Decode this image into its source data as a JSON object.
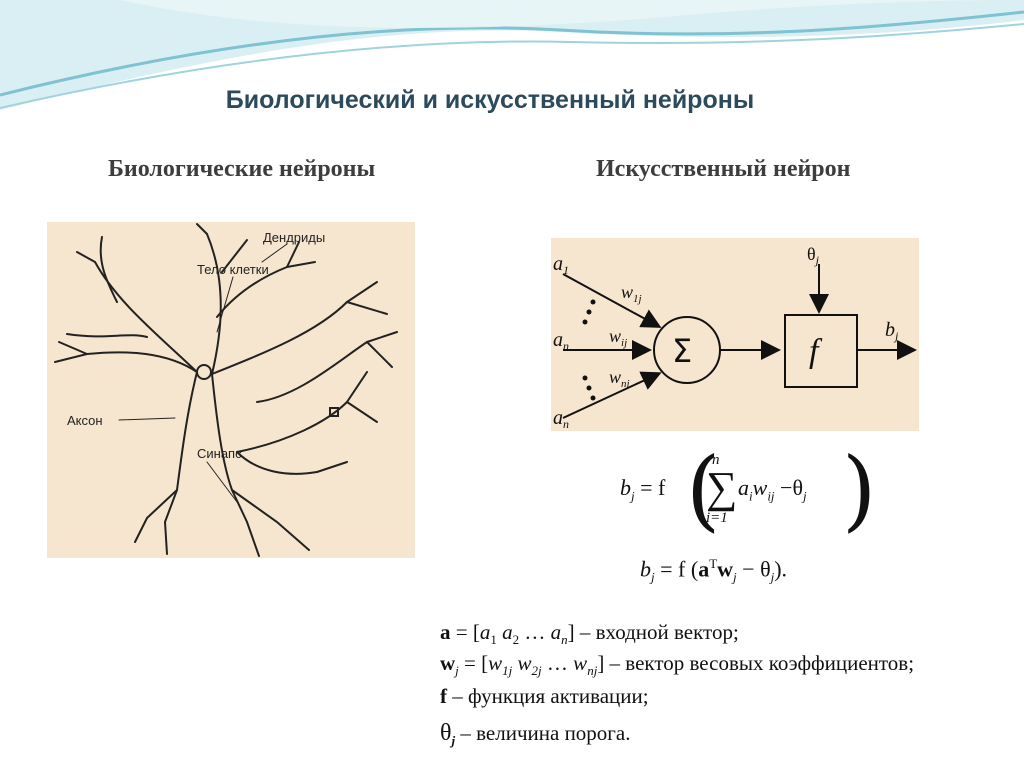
{
  "slide": {
    "title": "Биологический и искусственный нейроны",
    "left_heading": "Биологические нейроны",
    "right_heading": "Искусственный нейрон"
  },
  "bio_diagram": {
    "labels": {
      "dendrites": "Дендриды",
      "cell_body": "Тело клетки",
      "axon": "Аксон",
      "synapse": "Синапс"
    }
  },
  "neuron_diagram": {
    "inputs": {
      "a1": "a",
      "a1_sub": "1",
      "an": "a",
      "an_sub": "n"
    },
    "weights": {
      "w1j": "w",
      "w1j_sub": "1j",
      "wij": "w",
      "wij_sub": "ij",
      "wnj": "w",
      "wnj_sub": "nj"
    },
    "sum_symbol": "Σ",
    "activation": "f",
    "threshold": "θ",
    "threshold_sub": "j",
    "output": "b",
    "output_sub": "j"
  },
  "formulas": {
    "f1": {
      "lhs": "b",
      "lhs_sub": "j",
      "eq": "= f",
      "upper": "n",
      "lower": "i=1",
      "sigma": "∑",
      "term": "a",
      "term_sub": "i",
      "w": "w",
      "w_sub": "ij",
      "minus": "−θ",
      "minus_sub": "j"
    },
    "f2": {
      "lhs": "b",
      "lhs_sub": "j",
      "eq": "= f (",
      "a": "a",
      "sup": "T",
      "w": "w",
      "w_sub": "j",
      "minus": " − θ",
      "minus_sub": "j",
      "tail": ")."
    }
  },
  "legend": {
    "line1": {
      "bold": "a",
      "rest_a": " = [",
      "a1": "a",
      "a1s": "1",
      "a2": " a",
      "a2s": "2",
      "dots": " … ",
      "an": "a",
      "ans": "n",
      "rest_b": "] – входной вектор;"
    },
    "line2": {
      "bold": "w",
      "bold_sub": "j",
      "rest_a": " = [",
      "w1": "w",
      "w1s": "1j",
      "w2": " w",
      "w2s": "2j",
      "dots": " … ",
      "wn": "w",
      "wns": "nj",
      "rest_b": "] – вектор весовых коэффициентов;"
    },
    "line3": {
      "bold": "f",
      "rest": " – функция активации;"
    },
    "line4": {
      "sym": "θ",
      "sym_sub": "j",
      "rest": " – величина порога."
    }
  },
  "colors": {
    "title": "#2b4a5c",
    "panel": "#f6e6cf",
    "wave1": "#bfe3ea",
    "wave2": "#7fc2d1"
  }
}
